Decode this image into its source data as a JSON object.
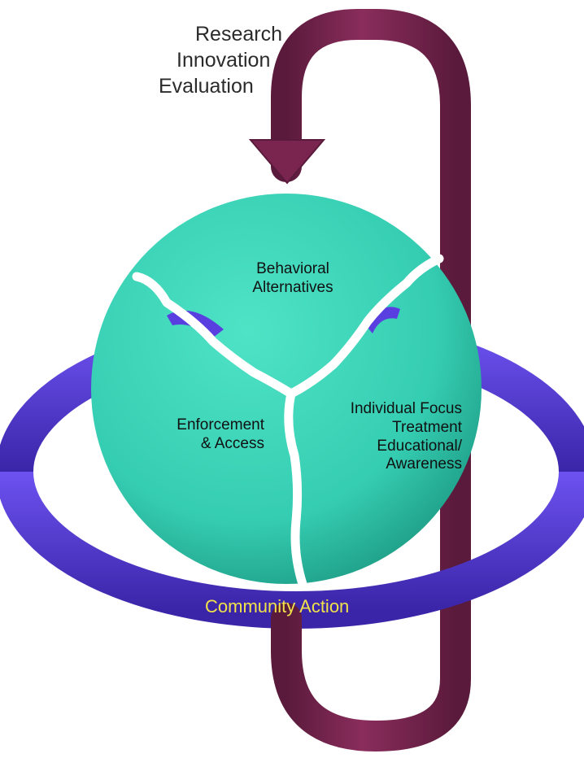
{
  "header": {
    "lines": [
      "Research",
      "Innovation",
      "Evaluation"
    ]
  },
  "segments": {
    "top": {
      "lines": [
        "Behavioral",
        "Alternatives"
      ]
    },
    "left": {
      "lines": [
        "Enforcement",
        "& Access"
      ]
    },
    "right": {
      "lines": [
        "Individual Focus",
        "Treatment",
        "Educational/",
        "Awareness"
      ]
    }
  },
  "ring": {
    "label": "Community Action"
  },
  "colors": {
    "loop": "#7a2550",
    "loop_dark": "#5a1a3b",
    "ring": "#5a3fe0",
    "ring_dark": "#3a25a8",
    "sphere": "#35cdb2",
    "sphere_dark": "#1f9f88",
    "crack": "#ffffff",
    "ring_text": "#f2e24a"
  }
}
